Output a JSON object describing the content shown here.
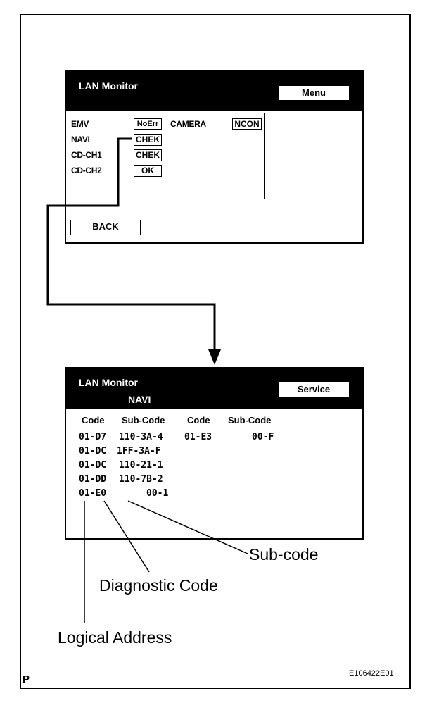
{
  "top_screen": {
    "title": "LAN Monitor",
    "header_button": "Menu",
    "rows": [
      {
        "label": "EMV",
        "status": "NoErr"
      },
      {
        "label": "NAVI",
        "status": "CHEK"
      },
      {
        "label": "CD-CH1",
        "status": "CHEK"
      },
      {
        "label": "CD-CH2",
        "status": "OK"
      }
    ],
    "second_column": {
      "label": "CAMERA",
      "status": "NCON"
    },
    "back_button": "BACK"
  },
  "bottom_screen": {
    "title": "LAN Monitor",
    "subtitle": "NAVI",
    "header_button": "Service",
    "columns": [
      "Code",
      "Sub-Code",
      "Code",
      "Sub-Code"
    ],
    "rows": [
      [
        "01-D7",
        "110-3A-4",
        "01-E3",
        "00-F"
      ],
      [
        "01-DC",
        "1FF-3A-F",
        "",
        ""
      ],
      [
        "01-DC",
        "110-21-1",
        "",
        ""
      ],
      [
        "01-DD",
        "110-7B-2",
        "",
        ""
      ],
      [
        "01-E0",
        "00-1",
        "",
        ""
      ]
    ]
  },
  "callouts": {
    "sub_code": "Sub-code",
    "diagnostic_code": "Diagnostic Code",
    "logical_address": "Logical Address"
  },
  "footer": {
    "left_letter": "P",
    "figure_id": "E106422E01"
  }
}
